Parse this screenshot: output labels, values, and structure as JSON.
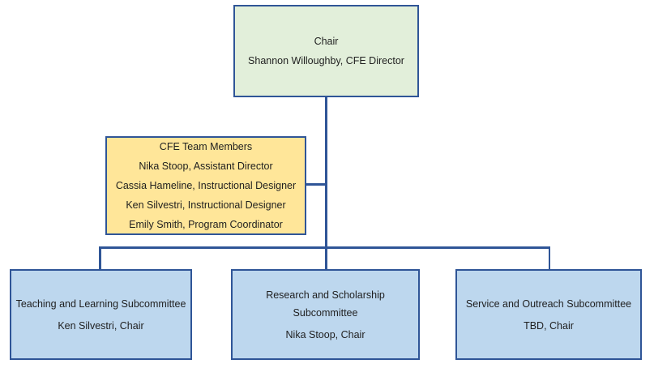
{
  "org_chart": {
    "chair_box": {
      "title": "Chair",
      "member": "Shannon Willoughby, CFE Director"
    },
    "team_box": {
      "title": "CFE Team Members",
      "members": [
        "Nika Stoop, Assistant Director",
        "Cassia Hameline, Instructional Designer",
        "Ken Silvestri, Instructional Designer",
        "Emily Smith, Program Coordinator"
      ]
    },
    "subcommittees": [
      {
        "title": "Teaching and Learning Subcommittee",
        "chair": "Ken Silvestri, Chair"
      },
      {
        "title": "Research and Scholarship Subcommittee",
        "chair": "Nika Stoop, Chair"
      },
      {
        "title": "Service and Outreach Subcommittee",
        "chair": "TBD, Chair"
      }
    ],
    "colors": {
      "border": "#2f5597",
      "chair_fill": "#e2efda",
      "team_fill": "#ffe699",
      "subcommittee_fill": "#bdd7ee",
      "text": "#1f1f1f"
    }
  }
}
